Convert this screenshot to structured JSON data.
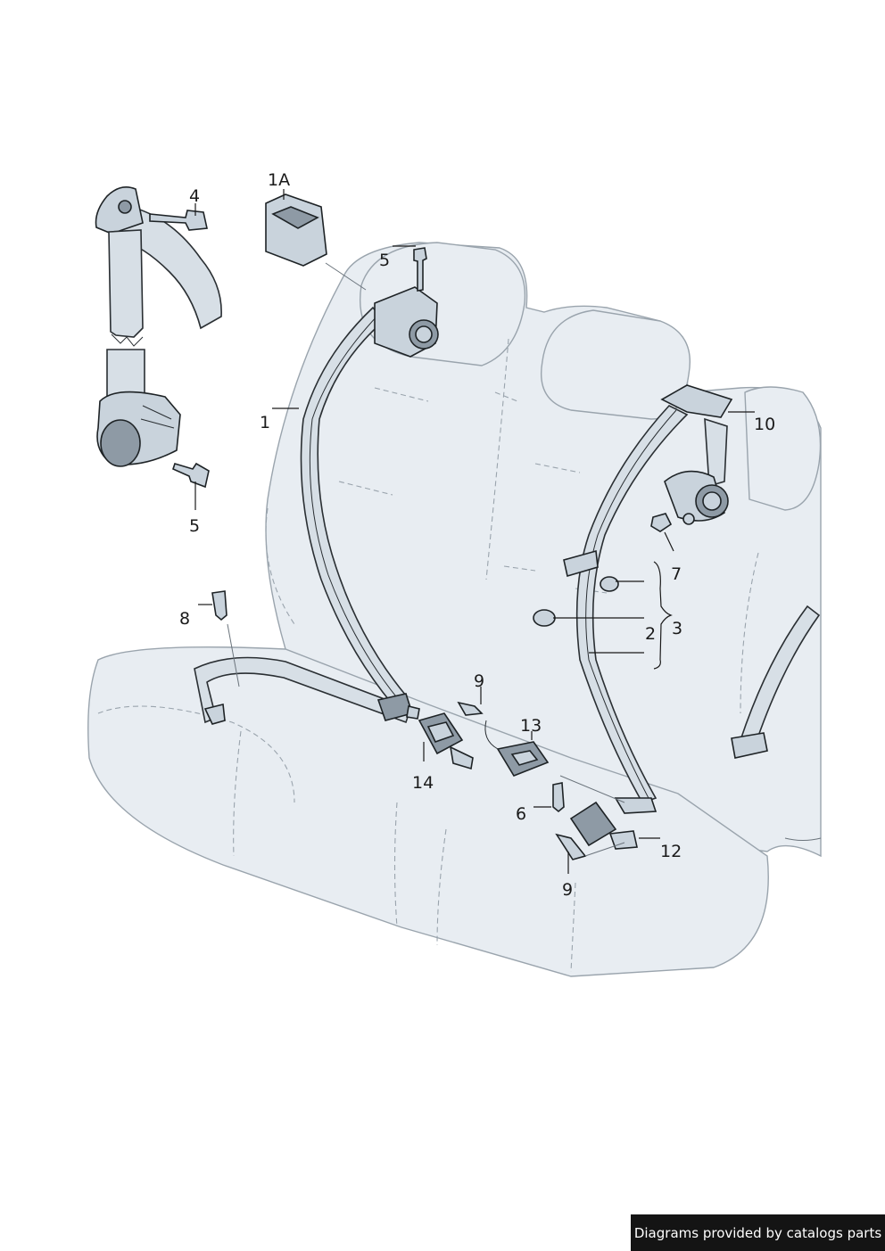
{
  "callouts": {
    "c1a": "1A",
    "c4": "4",
    "c5_top": "5",
    "c5_left": "5",
    "c1": "1",
    "c10": "10",
    "c7": "7",
    "c2": "2",
    "c3": "3",
    "c8": "8",
    "c9_mid": "9",
    "c13": "13",
    "c14": "14",
    "c6": "6",
    "c12": "12",
    "c9_bottom": "9"
  },
  "footer": {
    "text": "Diagrams provided by catalogs parts"
  }
}
